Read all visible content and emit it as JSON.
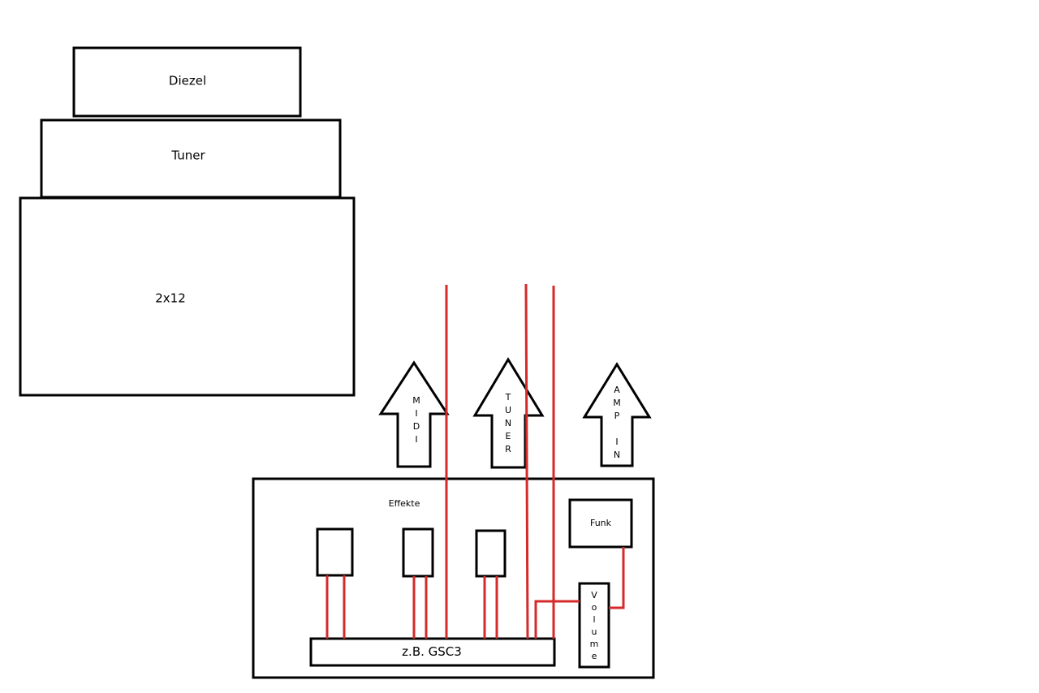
{
  "colors": {
    "wire": "#d42a2a",
    "outline": "#000000",
    "background": "#ffffff"
  },
  "amp_stack": {
    "head": "Diezel",
    "tuner": "Tuner",
    "cab": "2x12"
  },
  "arrows": {
    "midi": [
      "M",
      "I",
      "D",
      "I"
    ],
    "tuner": [
      "T",
      "U",
      "N",
      "E",
      "R"
    ],
    "amp_in": [
      "A",
      "M",
      "P",
      "",
      "I",
      "N"
    ]
  },
  "board": {
    "title": "Effekte",
    "wireless": "Funk",
    "volume": [
      "V",
      "o",
      "l",
      "u",
      "m",
      "e"
    ],
    "switcher": "z.B. GSC3"
  }
}
